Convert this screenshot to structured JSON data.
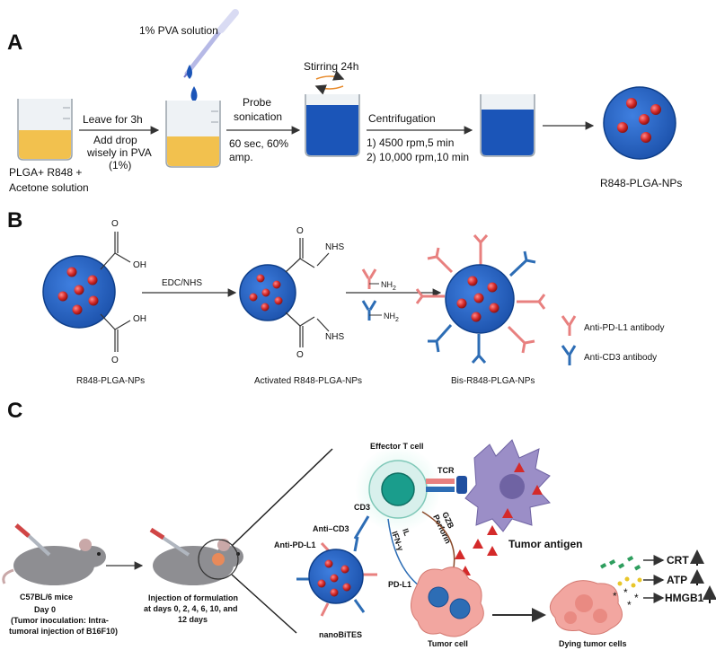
{
  "panel_a": {
    "letter": "A",
    "pva_solution": "1% PVA solution",
    "start_label_line1": "PLGA+ R848 +",
    "start_label_line2": "Acetone solution",
    "step1_top": "Leave for 3h",
    "step1_line1": "Add drop",
    "step1_line2": "wisely in PVA",
    "step1_line3": "(1%)",
    "step2_line1": "Probe",
    "step2_line2": "sonication",
    "step2_line3": "60 sec,  60%",
    "step2_line4": "amp.",
    "stirring": "Stirring 24h",
    "step3_top": "Centrifugation",
    "step3_line1": "1) 4500 rpm,5 min",
    "step3_line2": "2) 10,000 rpm,10 min",
    "product": "R848-PLGA-NPs"
  },
  "panel_b": {
    "letter": "B",
    "oh_top": "OH",
    "oh_bottom": "OH",
    "o_label": "O",
    "reagent": "EDC/NHS",
    "nhs": "NHS",
    "nh2_line1": "NH",
    "nh2_sub": "2",
    "np1_label": "R848-PLGA-NPs",
    "np2_label": "Activated R848-PLGA-NPs",
    "np3_label": "Bis-R848-PLGA-NPs",
    "legend_pd": "Anti-PD-L1 antibody",
    "legend_cd3": "Anti-CD3 antibody"
  },
  "panel_c": {
    "letter": "C",
    "mouse1_line1": "C57BL/6 mice",
    "mouse1_line2": "Day 0",
    "mouse1_line3": "(Tumor inoculation: Intra-",
    "mouse1_line4": "tumoral injection of B16F10)",
    "mouse2_line1": "Injection of formulation",
    "mouse2_line2": "at days 0, 2, 4, 6, 10, and",
    "mouse2_line3": "12 days",
    "effector": "Effector T cell",
    "tcr": "TCR",
    "cd3": "CD3",
    "anti_cd3": "Anti–CD3",
    "anti_pdl1": "Anti-PD-L1",
    "pdl1": "PD-L1",
    "il": "IL",
    "ifn": "IFN-γ",
    "gzb": "GZB",
    "perforin": "Perforin",
    "tumor_antigen": "Tumor antigen",
    "nanobites": "nanoBiTES",
    "tumor_cell": "Tumor cell",
    "dying": "Dying tumor cells",
    "crt": "CRT",
    "atp": "ATP",
    "hmgb1": "HMGB1"
  },
  "colors": {
    "np_blue": "#1f5fc4",
    "np_dark": "#0f3f8a",
    "core_red": "#d42a2a",
    "liquid_yellow": "#f2c14e",
    "liquid_blue": "#1b55b8",
    "pd_antibody": "#e8807f",
    "cd3_antibody": "#2d6db5",
    "cd3_green": "#2e9e5e",
    "tcell": "#1a9d8c",
    "dendritic": "#9b8ec7",
    "tumor": "#f2a6a0",
    "arrow": "#333333"
  }
}
